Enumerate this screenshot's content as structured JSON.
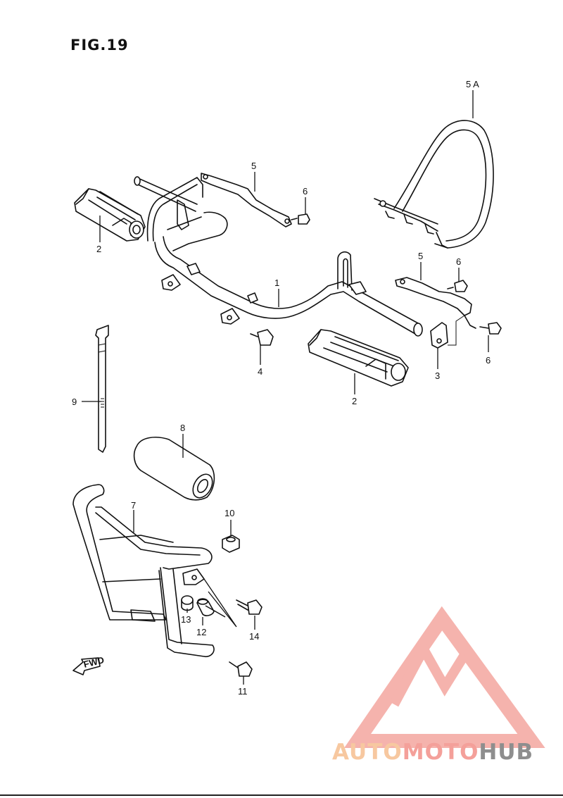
{
  "figure": {
    "title": "FIG.19"
  },
  "callouts": [
    {
      "id": "c-5a",
      "label": "5 A"
    },
    {
      "id": "c-5-top",
      "label": "5"
    },
    {
      "id": "c-6-top",
      "label": "6"
    },
    {
      "id": "c-2-left",
      "label": "2"
    },
    {
      "id": "c-1",
      "label": "1"
    },
    {
      "id": "c-5-right",
      "label": "5"
    },
    {
      "id": "c-6-right",
      "label": "6"
    },
    {
      "id": "c-6-bottom",
      "label": "6"
    },
    {
      "id": "c-4",
      "label": "4"
    },
    {
      "id": "c-3",
      "label": "3"
    },
    {
      "id": "c-2-right",
      "label": "2"
    },
    {
      "id": "c-9",
      "label": "9"
    },
    {
      "id": "c-8",
      "label": "8"
    },
    {
      "id": "c-7",
      "label": "7"
    },
    {
      "id": "c-10",
      "label": "10"
    },
    {
      "id": "c-13",
      "label": "13"
    },
    {
      "id": "c-12",
      "label": "12"
    },
    {
      "id": "c-14",
      "label": "14"
    },
    {
      "id": "c-11",
      "label": "11"
    }
  ],
  "direction_marker": {
    "label": "FWD"
  },
  "watermark": {
    "part1": "AUTO",
    "part2": "MOTO",
    "part3": "HUB",
    "colors": {
      "auto": "#f7c8a0",
      "moto": "#f4a09a",
      "hub": "#8e8e8e",
      "logo": "#f29a92"
    }
  }
}
